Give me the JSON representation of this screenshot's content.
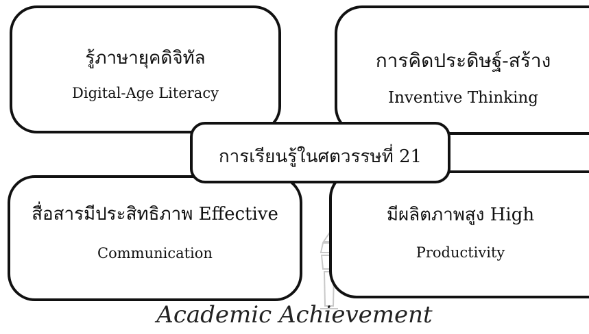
{
  "diagram": {
    "center": "การเรียนรู้ในศตวรรษที่ 21",
    "top_left": {
      "thai": "รู้ภาษายุคดิจิทัล",
      "english": "Digital-Age Literacy"
    },
    "top_right": {
      "thai": "การคิดประดิษฐ์-สร้าง",
      "english": "Inventive Thinking"
    },
    "bottom_left": {
      "line1": "สื่อสารมีประสิทธิภาพ Effective",
      "line2": "Communication"
    },
    "bottom_right": {
      "line1": "มีผลิตภาพสูง High",
      "line2": "Productivity"
    }
  },
  "caption": "Academic Achievement"
}
